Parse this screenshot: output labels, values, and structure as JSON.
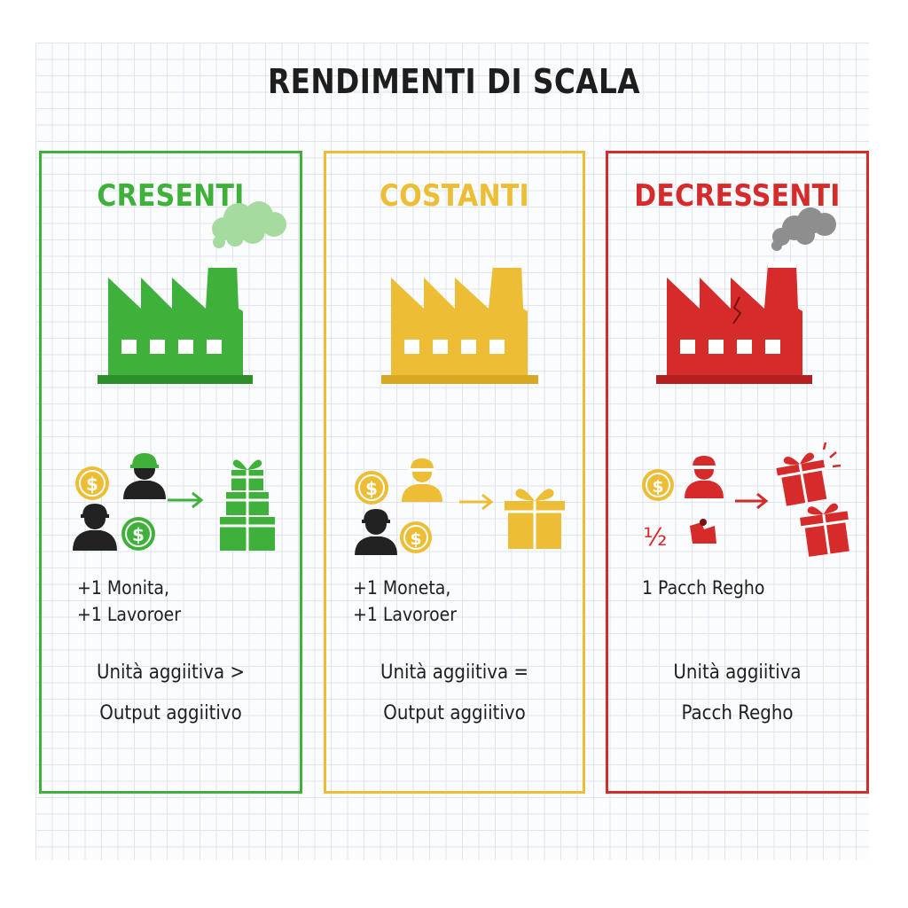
{
  "title": "RENDIMENTI DI SCALA",
  "colors": {
    "green": "#3fb13a",
    "green_dark": "#2d8f2a",
    "green_smoke": "#a6dba0",
    "yellow": "#ecbd35",
    "yellow_dark": "#d8a824",
    "red": "#d62b2b",
    "red_dark": "#b31e1e",
    "gray_smoke": "#8e8e8e",
    "worker": "#222222"
  },
  "panels": [
    {
      "key": "crescenti",
      "title": "CRESENTI",
      "color": "#3fb13a",
      "icons": [
        "smoke-cloud-icon",
        "factory-icon",
        "coin-icon",
        "worker-icon",
        "arrow-right-icon",
        "gift-stack-icon"
      ],
      "inputs_line1": "+1 Monita,",
      "inputs_line2": "+1 Lavoroer",
      "result_line1": "Unità aggiitiva >",
      "result_line2": "Output aggiitivo"
    },
    {
      "key": "costanti",
      "title": "COSTANTI",
      "color": "#ecbd35",
      "icons": [
        "factory-icon",
        "coin-icon",
        "worker-icon",
        "arrow-right-icon",
        "gift-icon"
      ],
      "inputs_line1": "+1 Moneta,",
      "inputs_line2": "+1 Lavoroer",
      "result_line1": "Unità aggiitiva =",
      "result_line2": "Output aggiitivo"
    },
    {
      "key": "decrescenti",
      "title": "DECRESSENTI",
      "color": "#d62b2b",
      "icons": [
        "smoke-cloud-icon",
        "cracked-factory-icon",
        "coin-icon",
        "worker-icon",
        "arrow-right-icon",
        "broken-gift-icon",
        "gift-icon"
      ],
      "fraction": "½",
      "inputs_line1": "1 Pacch Regho",
      "result_line1": "Unità aggiitiva",
      "result_line2": "Pacch Regho"
    }
  ]
}
